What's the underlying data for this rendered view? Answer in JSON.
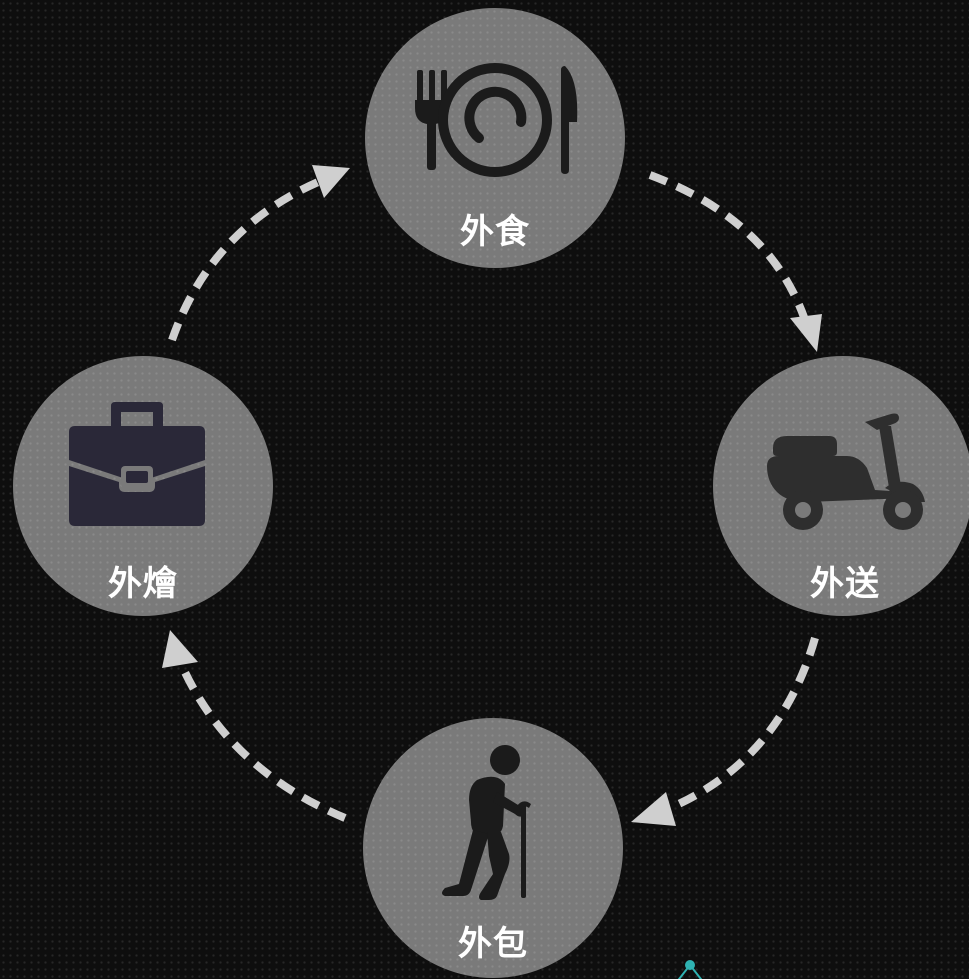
{
  "nodes": [
    {
      "id": "top",
      "label": "外食",
      "icon": "plate-fork-knife-icon"
    },
    {
      "id": "right",
      "label": "外送",
      "icon": "scooter-icon"
    },
    {
      "id": "bottom",
      "label": "外包",
      "icon": "elderly-person-cane-icon"
    },
    {
      "id": "left",
      "label": "外燴",
      "icon": "briefcase-icon"
    }
  ],
  "colors": {
    "background": "#0e0e0e",
    "node_fill": "#7a7a7a",
    "arrow": "#d0d0d0",
    "icon_dark": "#1b1b1b",
    "briefcase": "#2a2838",
    "label_text": "#ffffff",
    "accent_teal": "#2fb3b3"
  }
}
